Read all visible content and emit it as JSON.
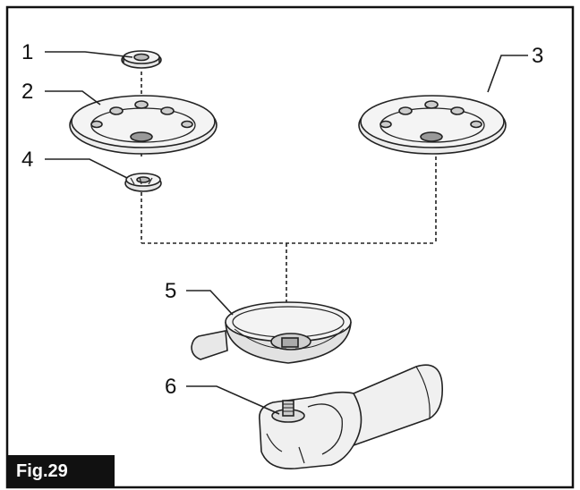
{
  "figure": {
    "label": "Fig.29",
    "callouts": [
      "1",
      "2",
      "3",
      "4",
      "5",
      "6"
    ]
  }
}
